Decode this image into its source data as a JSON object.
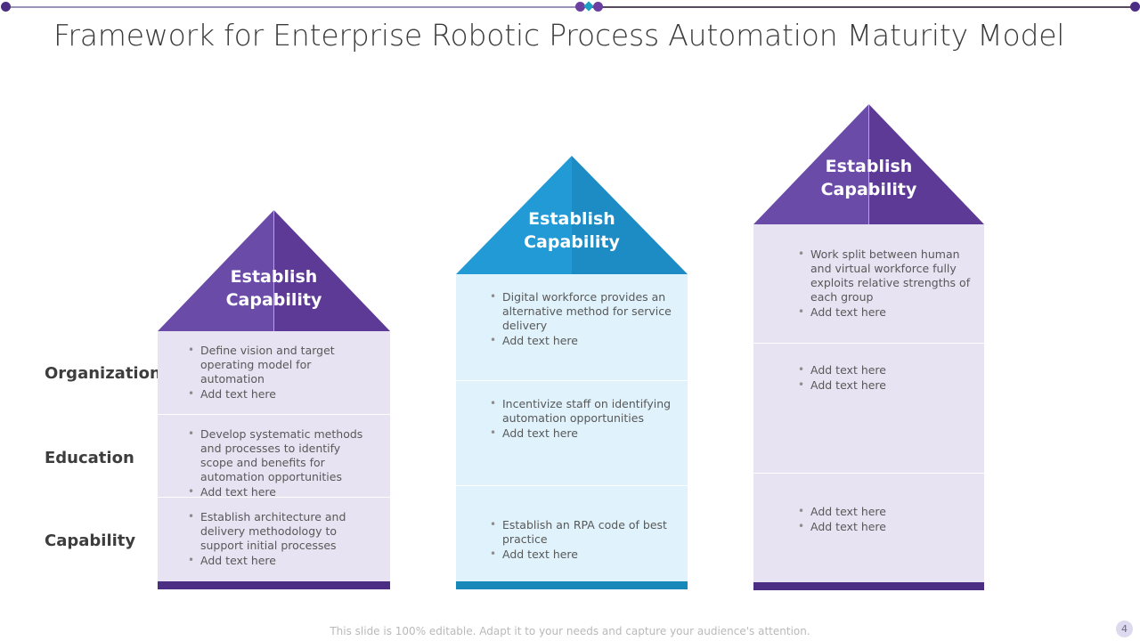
{
  "slide": {
    "title": "Framework for Enterprise Robotic Process Automation Maturity Model",
    "footer_note": "This slide is 100% editable. Adapt it to your needs and capture your audience's attention.",
    "page_number": "4"
  },
  "colors": {
    "purple_roof_left": "#6b4ba8",
    "purple_roof_right": "#5c3a96",
    "blue_roof_left": "#229ad6",
    "blue_roof_right": "#1d8cc4",
    "purple_body": "#e7e3f2",
    "blue_body": "#e0f2fb",
    "purple_bar": "#4b2e83",
    "blue_bar": "#1789b8",
    "title_text": "#3b3b3b",
    "bullet_text": "#585858",
    "rule_accent_purple": "#6b3fa0",
    "rule_accent_teal": "#1d9fc4"
  },
  "row_labels": [
    {
      "label": "Organization"
    },
    {
      "label": "Education"
    },
    {
      "label": "Capability"
    }
  ],
  "columns": [
    {
      "roof_title_line1": "Establish",
      "roof_title_line2": "Capability",
      "rows": [
        {
          "bullets": [
            "Define vision and target operating model for automation",
            "Add text here"
          ]
        },
        {
          "bullets": [
            "Develop systematic methods and processes to identify scope and benefits for automation opportunities",
            "Add text here"
          ]
        },
        {
          "bullets": [
            "Establish architecture and delivery methodology to support initial processes",
            "Add text here"
          ]
        }
      ]
    },
    {
      "roof_title_line1": "Establish",
      "roof_title_line2": "Capability",
      "rows": [
        {
          "bullets": [
            "Digital workforce provides an alternative method for service delivery",
            "Add text here"
          ]
        },
        {
          "bullets": [
            "Incentivize staff on identifying automation opportunities",
            "Add text here"
          ]
        },
        {
          "bullets": [
            "Establish an RPA code of best practice",
            "Add text here"
          ]
        }
      ]
    },
    {
      "roof_title_line1": "Establish",
      "roof_title_line2": "Capability",
      "rows": [
        {
          "bullets": [
            "Work split between human and virtual workforce fully exploits relative strengths of each group",
            "Add text here"
          ]
        },
        {
          "bullets": [
            "Add text here",
            "Add text here"
          ]
        },
        {
          "bullets": [
            "Add text here",
            "Add text here"
          ]
        }
      ]
    }
  ]
}
